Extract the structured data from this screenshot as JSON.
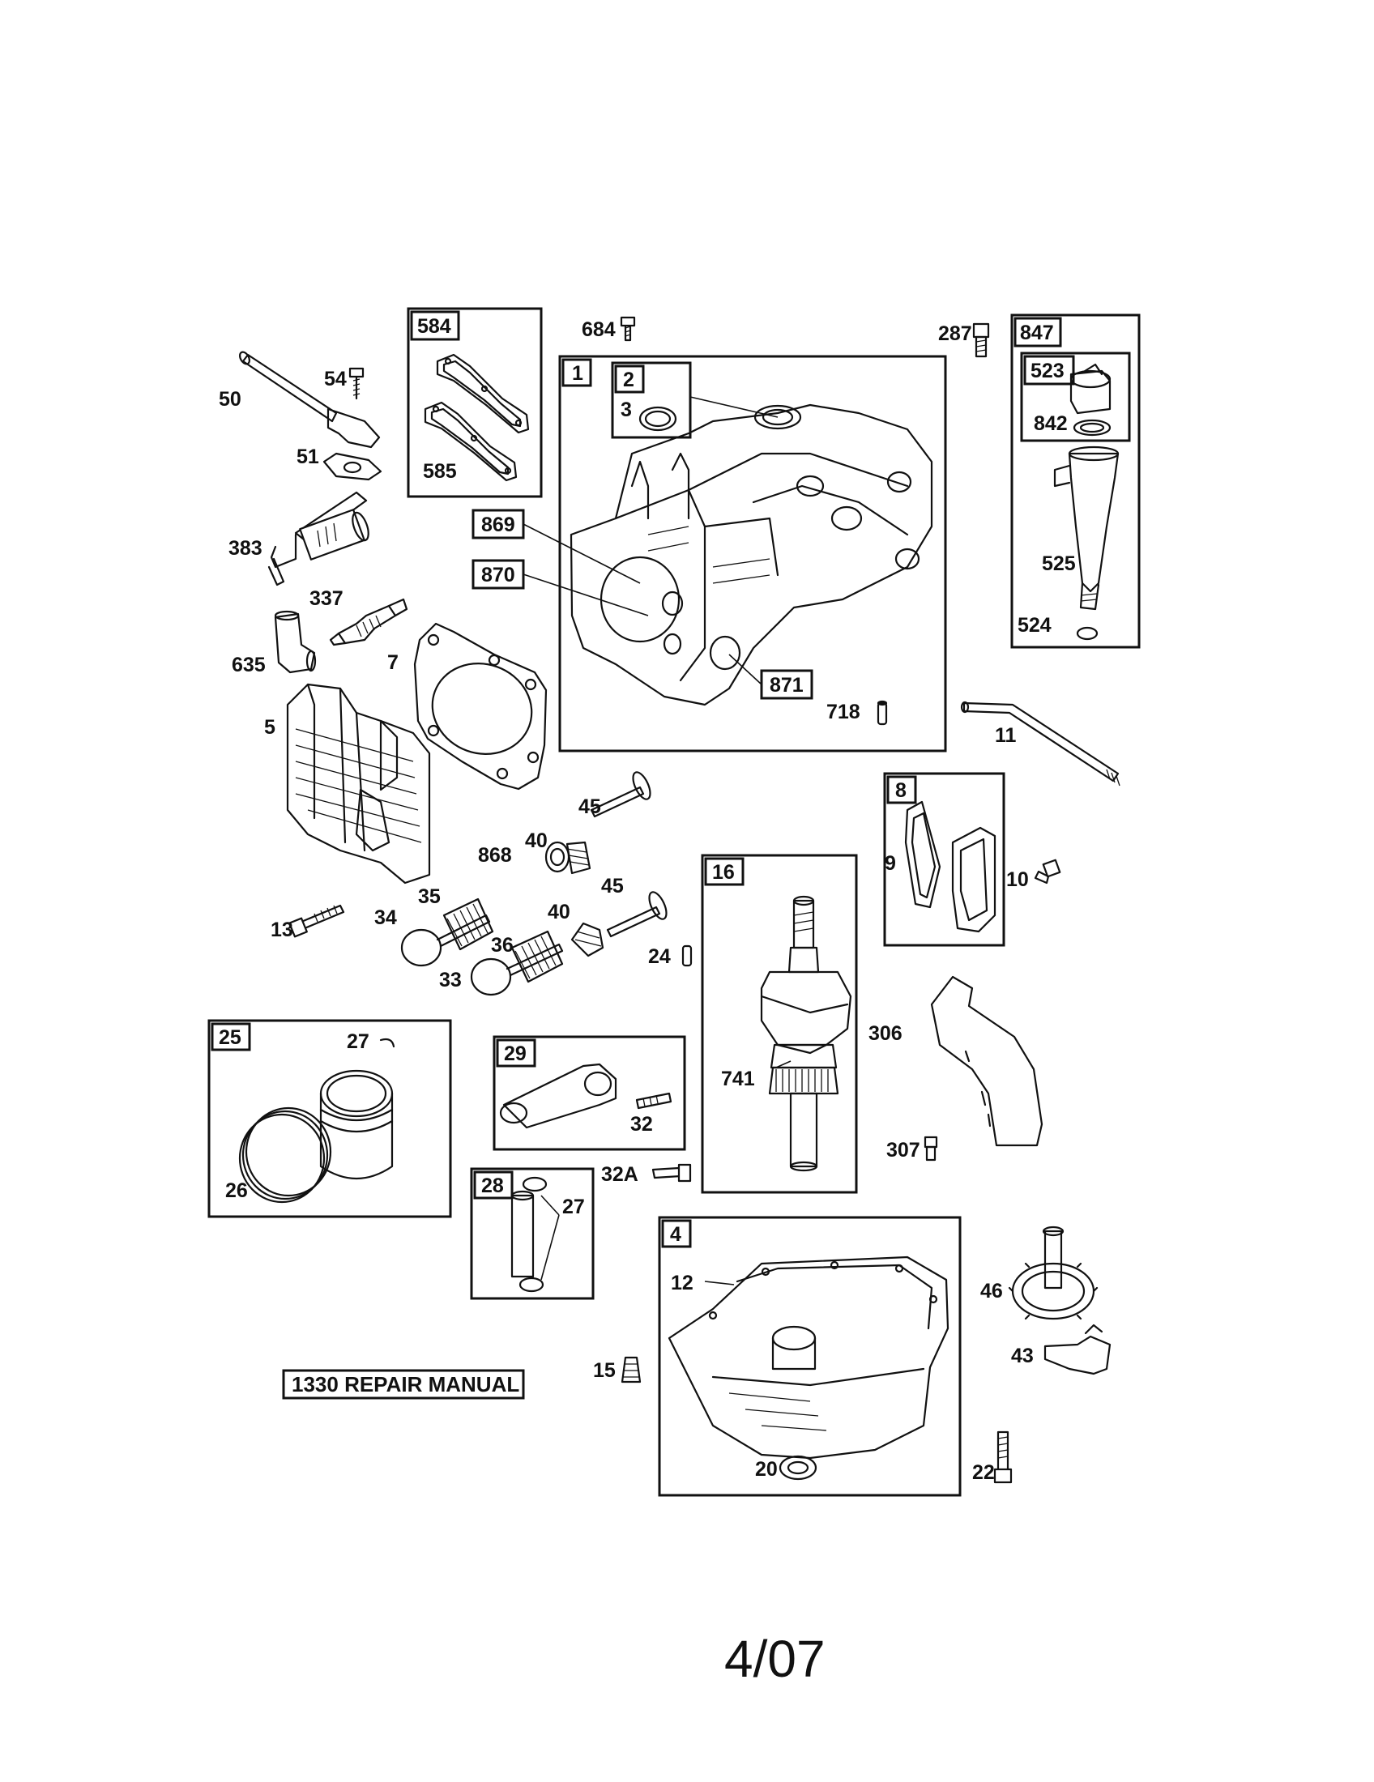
{
  "boxes": {
    "b584": "584",
    "b1": "1",
    "b2": "2",
    "b847": "847",
    "b523": "523",
    "b869": "869",
    "b870": "870",
    "b871": "871",
    "b8": "8",
    "b16": "16",
    "b25": "25",
    "b29": "29",
    "b28": "28",
    "b4": "4"
  },
  "labels": {
    "l684": "684",
    "l287": "287",
    "l54": "54",
    "l50": "50",
    "l51": "51",
    "l585": "585",
    "l3": "3",
    "l842": "842",
    "l383": "383",
    "l337": "337",
    "l635": "635",
    "l7": "7",
    "l525": "525",
    "l524": "524",
    "l718": "718",
    "l5": "5",
    "l11": "11",
    "l45a": "45",
    "l40a": "40",
    "l868": "868",
    "l9": "9",
    "l10": "10",
    "l13": "13",
    "l35": "35",
    "l34": "34",
    "l45b": "45",
    "l40b": "40",
    "l24": "24",
    "l36": "36",
    "l33": "33",
    "l306": "306",
    "l27a": "27",
    "l741": "741",
    "l32": "32",
    "l307": "307",
    "l26": "26",
    "l32A": "32A",
    "l27b": "27",
    "l12": "12",
    "l46": "46",
    "l43": "43",
    "l15": "15",
    "l20": "20",
    "l22": "22"
  },
  "manual": "1330 REPAIR MANUAL",
  "footer": "4/07"
}
